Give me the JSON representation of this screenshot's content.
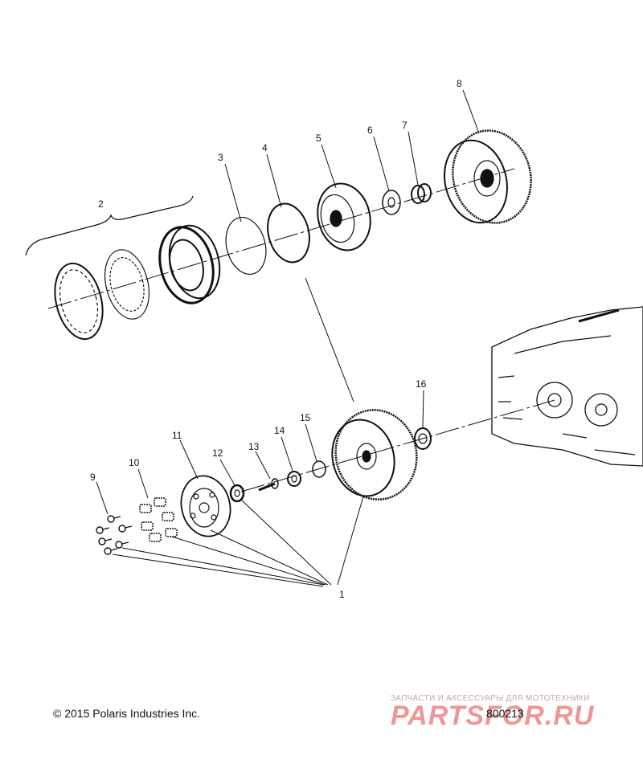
{
  "diagram": {
    "callouts": [
      "1",
      "2",
      "3",
      "4",
      "5",
      "6",
      "7",
      "8",
      "9",
      "10",
      "11",
      "12",
      "13",
      "14",
      "15",
      "16"
    ]
  },
  "footer": {
    "copyright": "© 2015 Polaris Industries Inc.",
    "figure_number": "800213"
  },
  "watermark": {
    "tagline": "ЗАПЧАСТИ И АКСЕССУАРЫ ДЛЯ МОТОТЕХНИКИ",
    "logo_text": "PARTSFOR.RU"
  }
}
